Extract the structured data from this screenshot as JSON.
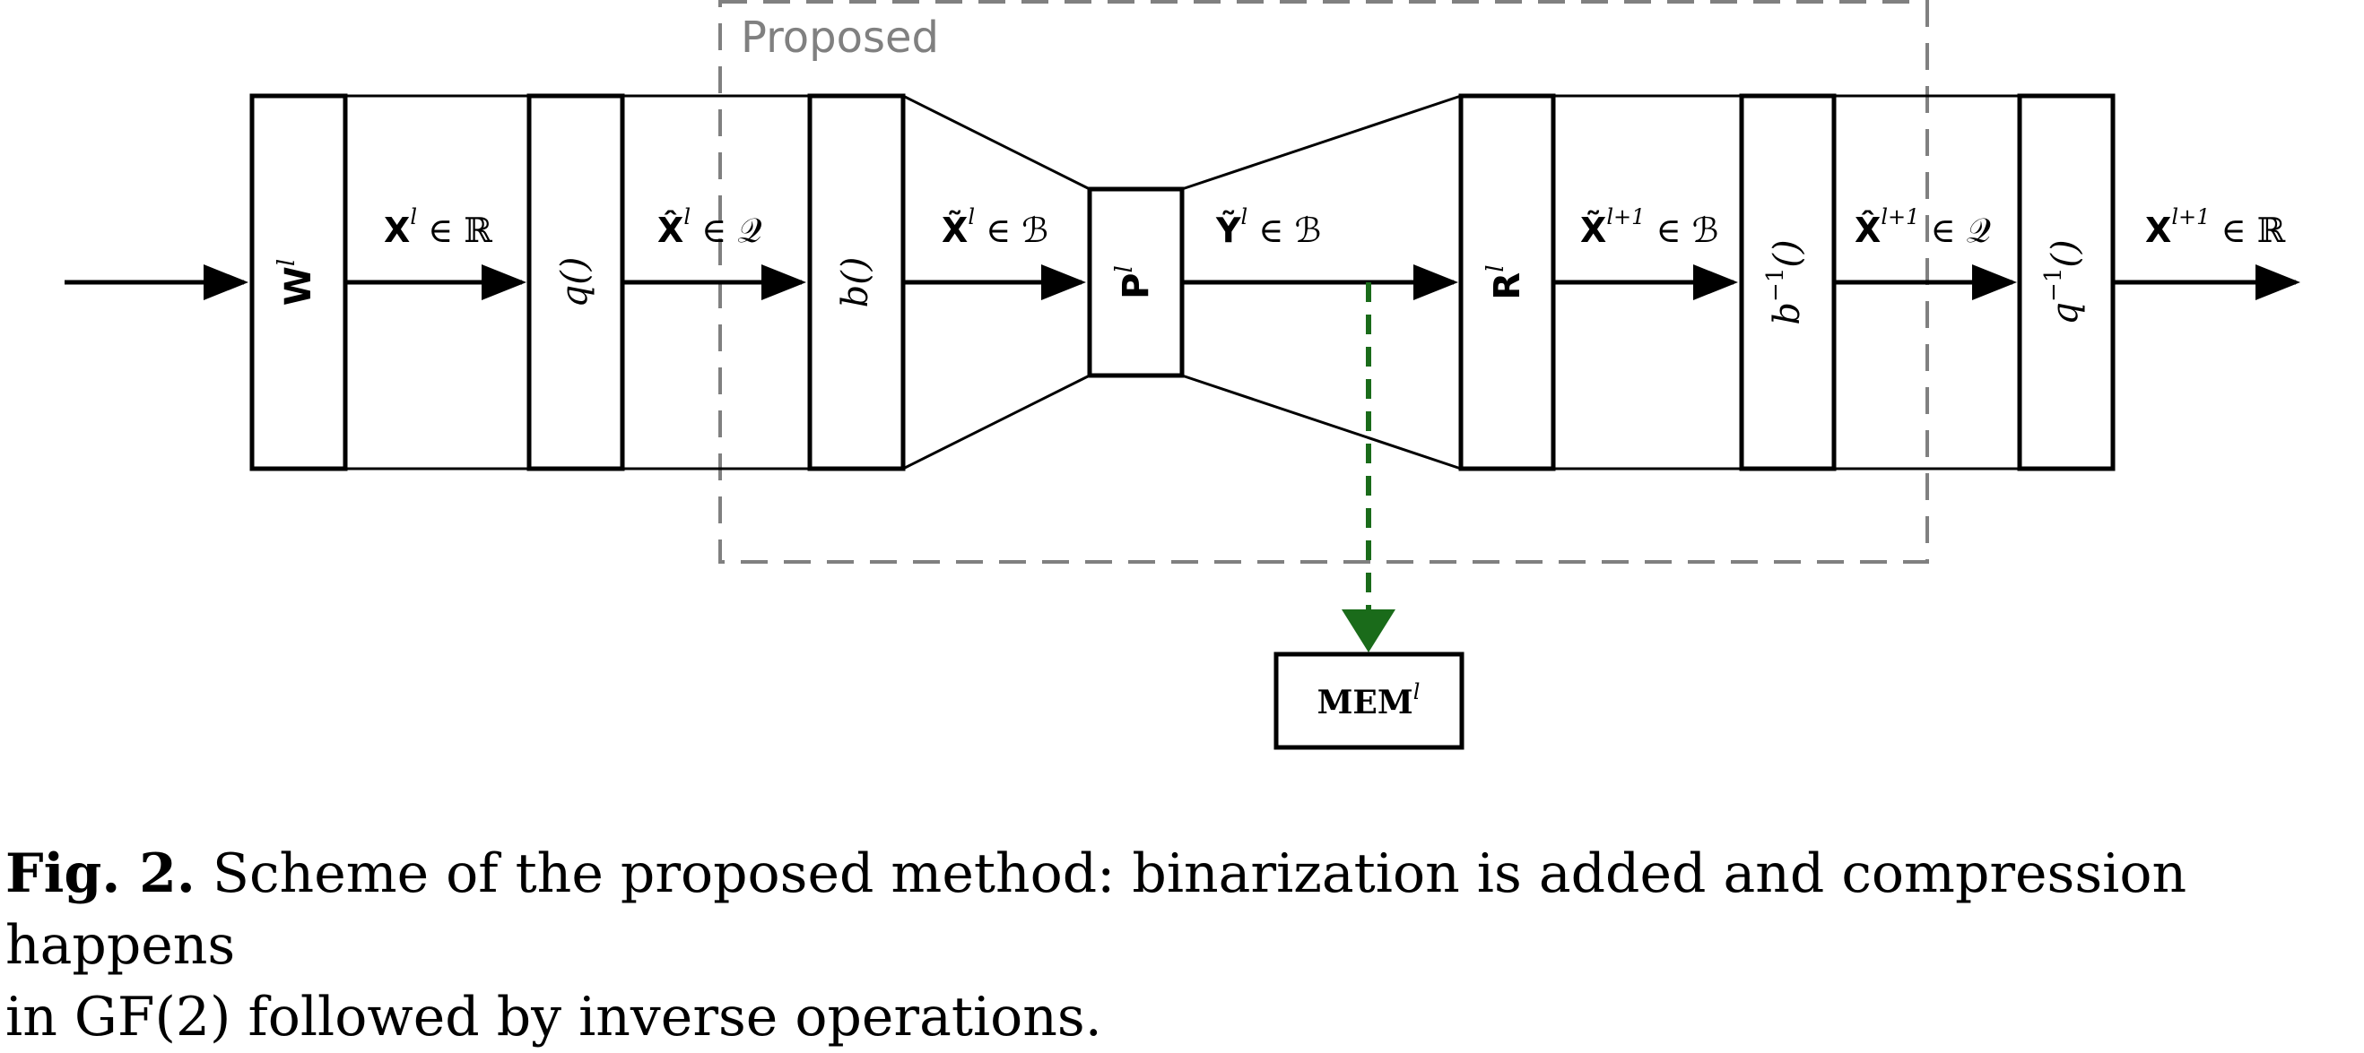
{
  "region": {
    "label": "Proposed",
    "color": "#808080"
  },
  "accent": "#1a6b1a",
  "blocks": {
    "W": {
      "base": "W",
      "sup": "l"
    },
    "q": {
      "text": "q()"
    },
    "b": {
      "text": "b()"
    },
    "P": {
      "base": "P",
      "sup": "l"
    },
    "R": {
      "base": "R",
      "sup": "l"
    },
    "binv": {
      "base": "b",
      "sup": "−1",
      "rest": "()"
    },
    "qinv": {
      "base": "q",
      "sup": "−1",
      "rest": "()"
    },
    "mem": {
      "base": "MEM",
      "sup": "l"
    }
  },
  "edges": {
    "e1": {
      "base": "X",
      "sup": "l",
      "rest": " ∈ ℝ"
    },
    "e2": {
      "base": "X̂",
      "sup": "l",
      "rest": " ∈ 𝒬"
    },
    "e3": {
      "base": "X̃",
      "sup": "l",
      "rest": " ∈ ℬ"
    },
    "e4": {
      "base": "Ỹ",
      "sup": "l",
      "rest": " ∈ ℬ"
    },
    "e5": {
      "base": "X̃",
      "sup": "l+1",
      "rest": " ∈ ℬ"
    },
    "e6": {
      "base": "X̂",
      "sup": "l+1",
      "rest": " ∈ 𝒬"
    },
    "e7": {
      "base": "X",
      "sup": "l+1",
      "rest": " ∈ ℝ"
    }
  },
  "caption": {
    "prefix": "Fig. 2.",
    "text": " Scheme of the proposed method: binarization is added and compression happens\nin GF(2) followed by inverse operations."
  }
}
